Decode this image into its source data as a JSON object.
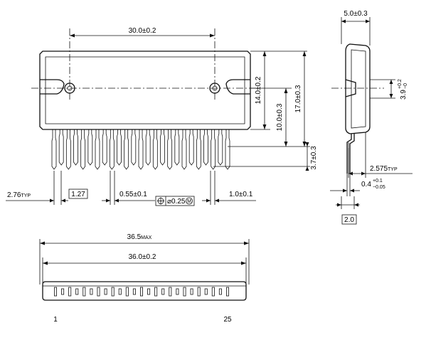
{
  "front_view": {
    "width_dim": "30.0±0.2",
    "height_inner_dim": "14.0±0.2",
    "height_mid_dim": "10.0±0.3",
    "height_outer_dim": "17.0±0.3",
    "lead_len_dim": "3.7±0.3",
    "left_typ_dim": "2.76",
    "left_typ_suffix": "TYP",
    "pitch_box": "1.27",
    "lead_width_dim": "0.55±0.1",
    "tolerance_box": "⌀0.25",
    "tolerance_mod": "M",
    "right_dim": "1.0±0.1"
  },
  "side_view": {
    "thickness_dim": "5.0±0.3",
    "hole_dim_base": "3.9",
    "hole_dim_plus": "+0.2",
    "hole_dim_minus": "−0",
    "lead_offset_dim": "2.575",
    "lead_offset_suffix": "TYP",
    "lead_thk_base": "0.4",
    "lead_thk_plus": "+0.1",
    "lead_thk_minus": "−0.05",
    "box_dim": "2.0"
  },
  "bottom_view": {
    "max_dim": "36.5",
    "max_suffix": "MAX",
    "body_dim": "36.0±0.2",
    "pin_first": "1",
    "pin_last": "25"
  }
}
